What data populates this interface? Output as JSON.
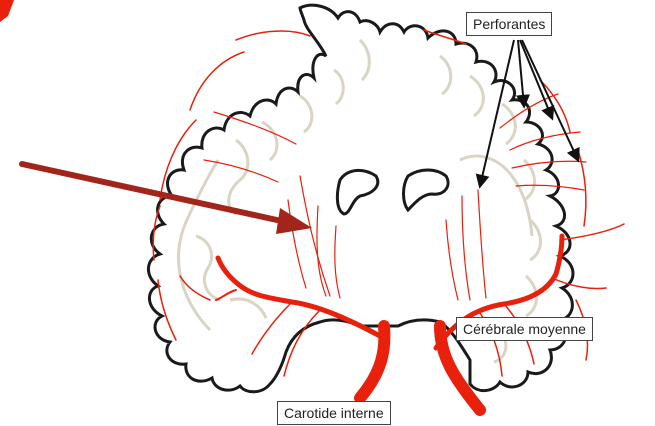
{
  "labels": {
    "perforantes": "Perforantes",
    "cerebrale_moyenne": "Cérébrale moyenne",
    "carotide_interne": "Carotide interne"
  },
  "colors": {
    "outline": "#1a1a1a",
    "artery": "#e8200c",
    "gyri": "#d9d4c4",
    "pointer_arrow": "#a3241a",
    "label_arrow": "#111111"
  },
  "icons": {
    "pointer": "arrow-icon",
    "corner_mark": "red-stroke-icon"
  }
}
